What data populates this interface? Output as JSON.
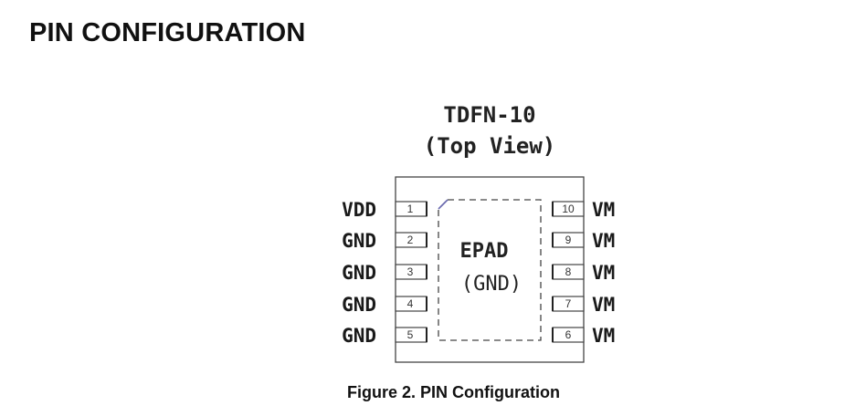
{
  "heading": "PIN CONFIGURATION",
  "package": {
    "name": "TDFN-10",
    "view": "(Top View)",
    "epad_label": "EPAD",
    "epad_sub": "(GND)"
  },
  "pins_left": [
    {
      "number": "1",
      "label": "VDD"
    },
    {
      "number": "2",
      "label": "GND"
    },
    {
      "number": "3",
      "label": "GND"
    },
    {
      "number": "4",
      "label": "GND"
    },
    {
      "number": "5",
      "label": "GND"
    }
  ],
  "pins_right": [
    {
      "number": "10",
      "label": "VM"
    },
    {
      "number": "9",
      "label": "VM"
    },
    {
      "number": "8",
      "label": "VM"
    },
    {
      "number": "7",
      "label": "VM"
    },
    {
      "number": "6",
      "label": "VM"
    }
  ],
  "caption": "Figure 2.  PIN Configuration"
}
